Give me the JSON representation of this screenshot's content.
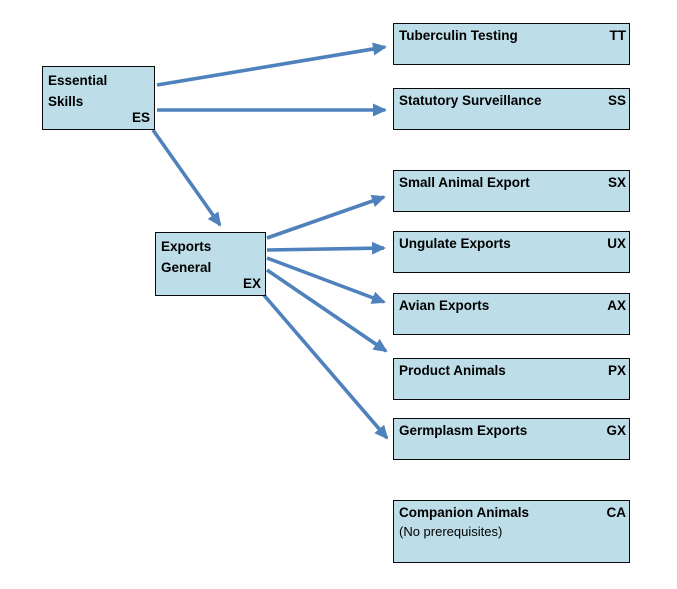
{
  "colors": {
    "box_fill": "#BDDEE8",
    "box_border": "#0a0a0a",
    "arrow": "#4F81BD",
    "text": "#000000",
    "background": "#FFFFFF"
  },
  "boxes": {
    "essential": {
      "title_line1": "Essential",
      "title_line2": "Skills",
      "code": "ES"
    },
    "exports": {
      "title": "Exports General",
      "code": "EX"
    },
    "tuberculin": {
      "title": "Tuberculin Testing",
      "code": "TT"
    },
    "statutory": {
      "title": "Statutory Surveillance",
      "code": "SS"
    },
    "small_animal": {
      "title": "Small Animal Export",
      "code": "SX"
    },
    "ungulate": {
      "title": "Ungulate Exports",
      "code": "UX"
    },
    "avian": {
      "title": "Avian Exports",
      "code": "AX"
    },
    "product": {
      "title": "Product Animals",
      "code": "PX"
    },
    "germplasm": {
      "title": "Germplasm Exports",
      "code": "GX"
    },
    "companion": {
      "title": "Companion Animals",
      "code": "CA",
      "note": "(No prerequisites)"
    }
  },
  "edges": [
    {
      "from": "ES",
      "to": "TT"
    },
    {
      "from": "ES",
      "to": "SS"
    },
    {
      "from": "ES",
      "to": "EX"
    },
    {
      "from": "EX",
      "to": "SX"
    },
    {
      "from": "EX",
      "to": "UX"
    },
    {
      "from": "EX",
      "to": "AX"
    },
    {
      "from": "EX",
      "to": "PX"
    },
    {
      "from": "EX",
      "to": "GX"
    }
  ]
}
